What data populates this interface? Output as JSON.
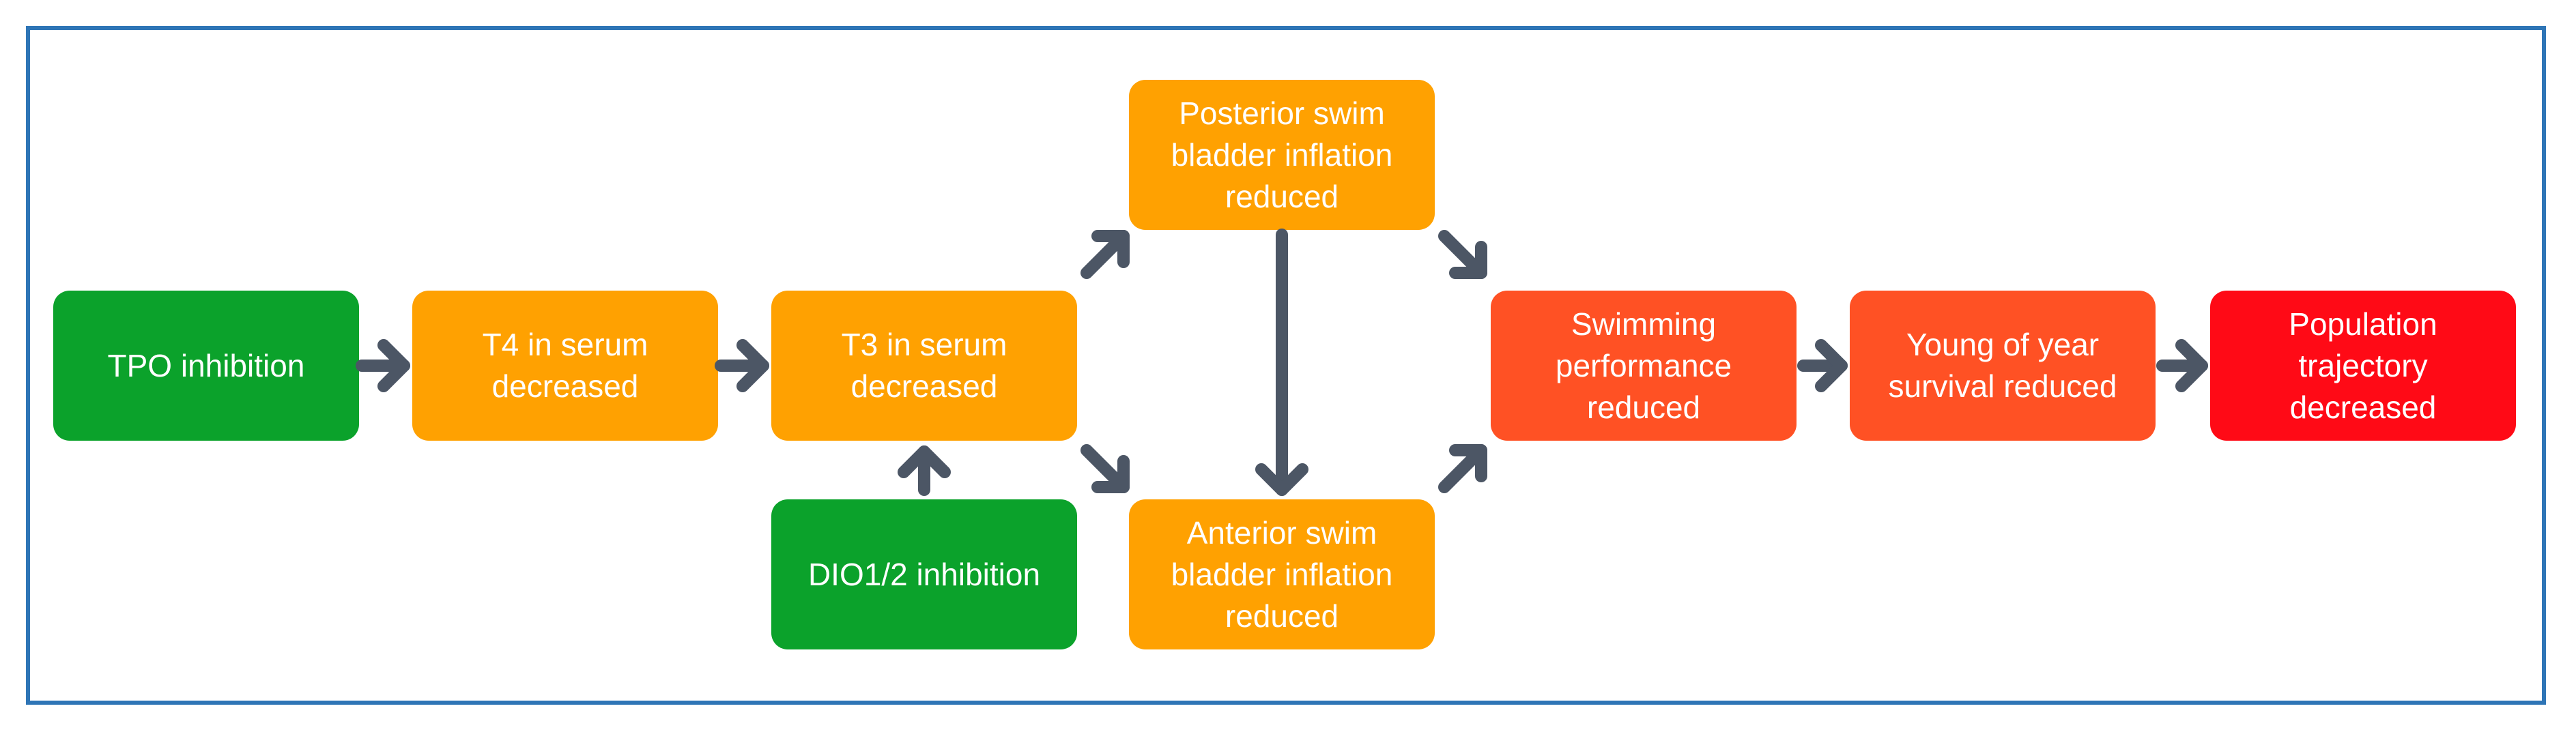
{
  "colors": {
    "green": "#0ba22b",
    "orange": "#ffa101",
    "red_orange": "#ff5124",
    "red": "#ff0a16",
    "arrow": "#4c5665",
    "frame": "#2e75b6"
  },
  "nodes": {
    "tpo": {
      "label": "TPO inhibition",
      "color": "#0ba22b"
    },
    "t4": {
      "label": "T4 in serum decreased",
      "color": "#ffa101"
    },
    "t3": {
      "label": "T3 in serum decreased",
      "color": "#ffa101"
    },
    "dio": {
      "label": "DIO1/2 inhibition",
      "color": "#0ba22b"
    },
    "posterior": {
      "label": "Posterior swim bladder inflation reduced",
      "color": "#ffa101"
    },
    "anterior": {
      "label": "Anterior swim bladder inflation reduced",
      "color": "#ffa101"
    },
    "swimming": {
      "label": "Swimming performance reduced",
      "color": "#ff5124"
    },
    "young": {
      "label": "Young of year survival reduced",
      "color": "#ff5124"
    },
    "population": {
      "label": "Population trajectory decreased",
      "color": "#ff0a16"
    }
  }
}
